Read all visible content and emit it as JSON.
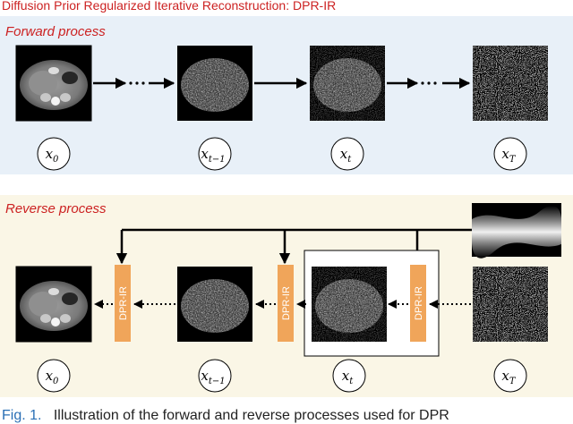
{
  "title": "Diffusion Prior Regularized Iterative Reconstruction: DPR-IR",
  "forward": {
    "label": "Forward process",
    "states": [
      {
        "base": "x",
        "sub": "0"
      },
      {
        "base": "x",
        "sub": "t−1"
      },
      {
        "base": "x",
        "sub": "t"
      },
      {
        "base": "x",
        "sub": "T"
      }
    ]
  },
  "reverse": {
    "label": "Reverse process",
    "dpr_label": "DPR-IR",
    "states": [
      {
        "base": "x",
        "sub": "0"
      },
      {
        "base": "x",
        "sub": "t−1"
      },
      {
        "base": "x",
        "sub": "t"
      },
      {
        "base": "x",
        "sub": "T"
      }
    ]
  },
  "colors": {
    "forward_bg": "#e8f0f8",
    "reverse_bg": "#faf6e6",
    "dpr_block": "#f0a55a",
    "title_red": "#cc2222",
    "caption_blue": "#2a6fb5"
  },
  "caption": {
    "fig": "Fig. 1.",
    "text": "Illustration of the forward and reverse processes used for DPR"
  }
}
